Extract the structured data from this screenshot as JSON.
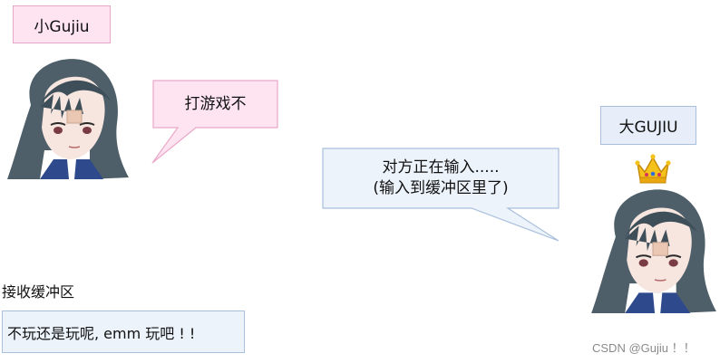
{
  "small_player": {
    "name": "小Gujiu",
    "speech": "打游戏不"
  },
  "big_player": {
    "name": "大GUJIU",
    "speech_line1": "对方正在输入.....",
    "speech_line2": "(输入到缓冲区里了)"
  },
  "receive_buffer": {
    "label": "接收缓冲区",
    "content": "不玩还是玩呢, emm 玩吧 ! !"
  },
  "watermark": "CSDN @Gujiu ！！",
  "colors": {
    "pink_fill": "#fde4f0",
    "pink_border": "#e9a8c9",
    "blue_fill": "#e7eef9",
    "blue_border": "#a9bfdc"
  }
}
